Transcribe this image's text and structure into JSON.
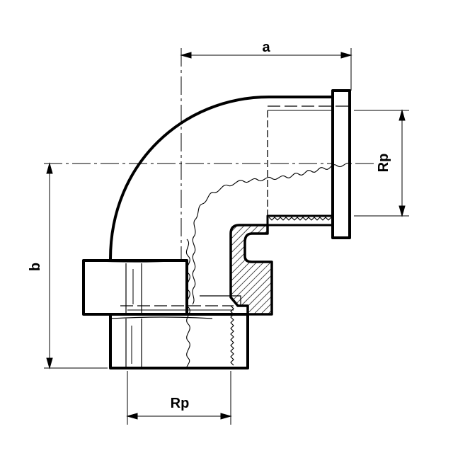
{
  "diagram": {
    "labels": {
      "a": "a",
      "b": "b",
      "rp_side": "Rp",
      "rp_bottom": "Rp"
    },
    "colors": {
      "line": "#000000",
      "background": "#ffffff"
    }
  }
}
